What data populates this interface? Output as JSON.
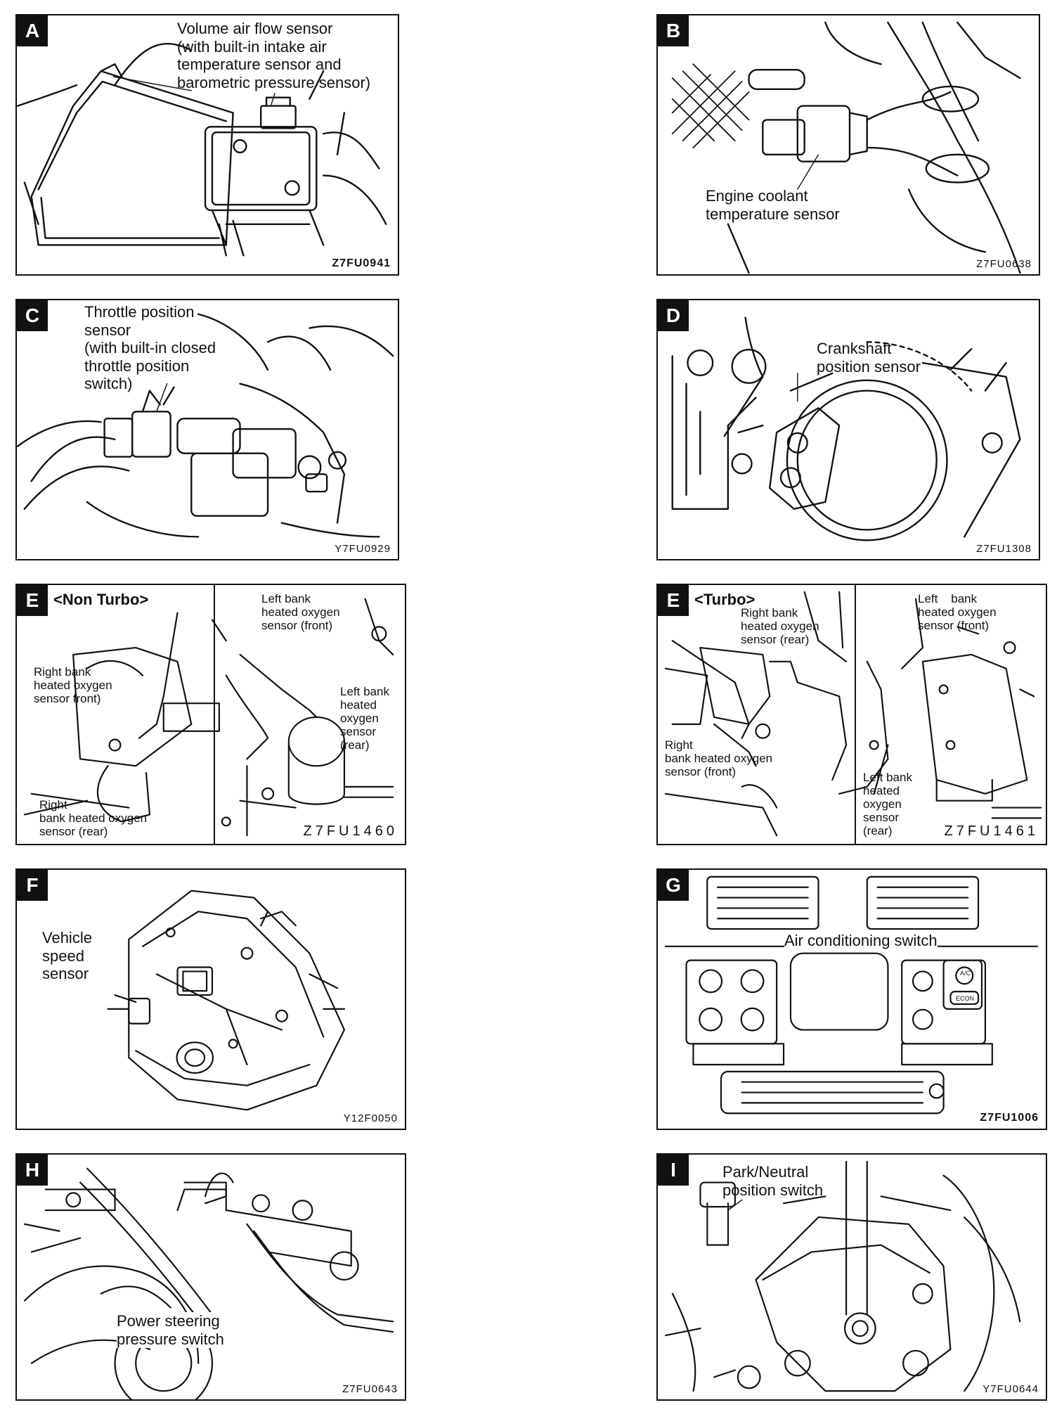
{
  "panels": {
    "A": {
      "letter": "A",
      "lines": [
        "Volume air flow sensor",
        "(with built-in intake air",
        "temperature sensor and",
        "barometric pressure sensor)"
      ],
      "code": "Z7FU0941"
    },
    "B": {
      "letter": "B",
      "lines": [
        "Engine coolant",
        "temperature sensor"
      ],
      "code": "Z7FU0638"
    },
    "C": {
      "letter": "C",
      "lines": [
        "Throttle position",
        "sensor",
        "(with built-in closed",
        "throttle position",
        "switch)"
      ],
      "code": "Y7FU0929"
    },
    "D": {
      "letter": "D",
      "lines": [
        "Crankshaft",
        "position sensor"
      ],
      "code": "Z7FU1308"
    },
    "E1": {
      "letter": "E",
      "title": "<Non Turbo>",
      "right_front": [
        "Right bank",
        "heated oxygen",
        "sensor front)"
      ],
      "right_rear": [
        "Right",
        "bank heated oxygen",
        "sensor (rear)"
      ],
      "left_front": [
        "Left bank",
        "heated oxygen",
        "sensor (front)"
      ],
      "left_rear": [
        "Left bank",
        "heated",
        "oxygen",
        "sensor",
        "(rear)"
      ],
      "code": "Z7FU1460"
    },
    "E2": {
      "letter": "E",
      "title": "<Turbo>",
      "right_rear": [
        "Right bank",
        "heated oxygen",
        "sensor (rear)"
      ],
      "right_front": [
        "Right",
        "bank heated oxygen",
        "sensor (front)"
      ],
      "left_front": [
        "Left    bank",
        "heated oxygen",
        "sensor (front)"
      ],
      "left_rear": [
        "Left bank",
        "heated",
        "oxygen",
        "sensor",
        "(rear)"
      ],
      "code": "Z7FU1461"
    },
    "F": {
      "letter": "F",
      "lines": [
        "Vehicle",
        "speed",
        "sensor"
      ],
      "code": "Y12F0050"
    },
    "G": {
      "letter": "G",
      "lines": [
        "Air conditioning switch"
      ],
      "ac": "A/C",
      "econ": "ECON",
      "code": "Z7FU1006"
    },
    "H": {
      "letter": "H",
      "lines": [
        "Power steering",
        "pressure switch"
      ],
      "code": "Z7FU0643"
    },
    "I": {
      "letter": "I",
      "lines": [
        "Park/Neutral",
        "position switch"
      ],
      "code": "Y7FU0644"
    }
  }
}
